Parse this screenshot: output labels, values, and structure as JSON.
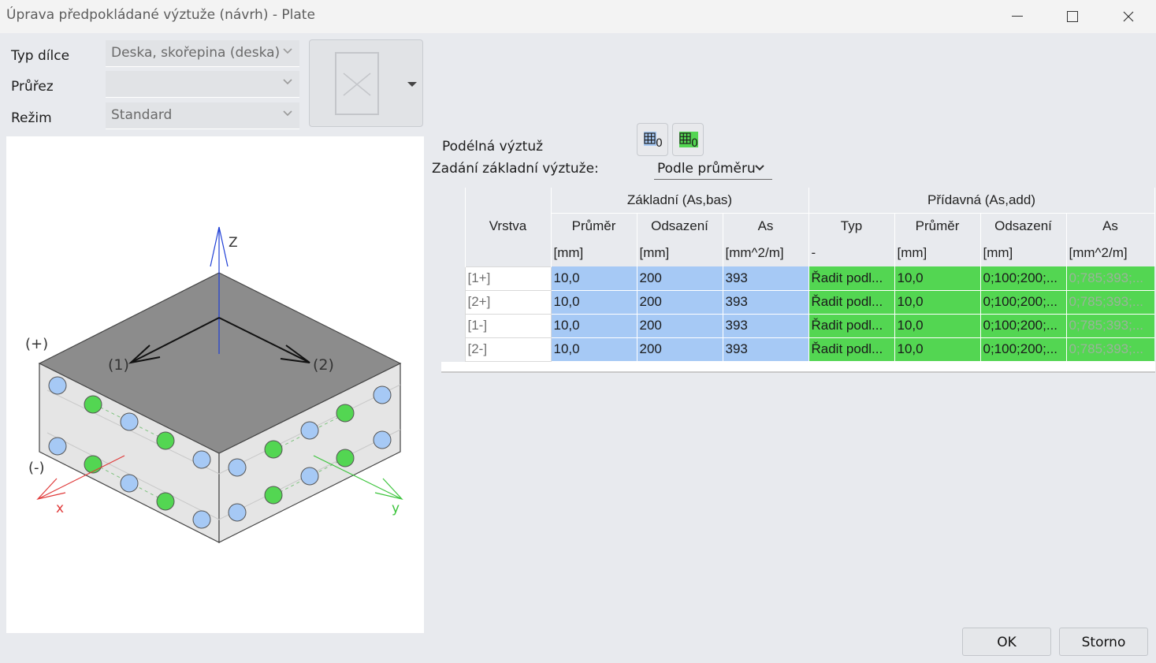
{
  "window": {
    "title": "Úprava předpokládané výztuže (návrh) - Plate"
  },
  "form": {
    "typ_label": "Typ dílce",
    "typ_value": "Deska, skořepina (deska)",
    "prurez_label": "Průřez",
    "prurez_value": "",
    "rezim_label": "Režim",
    "rezim_value": "Standard"
  },
  "diagram": {
    "z_label": "Z",
    "x_label": "x",
    "y_label": "y",
    "dir1_label": "(1)",
    "dir2_label": "(2)",
    "plus_label": "(+)",
    "minus_label": "(-)",
    "colors": {
      "blue_bar": "#a6c9f5",
      "green_bar": "#53d652",
      "top_face": "#8c8c8c",
      "side_face": "#e5e5e5"
    }
  },
  "reinforcement": {
    "heading": "Podélná výztuž",
    "input_label": "Zadání základní výztuže:",
    "input_value": "Podle průměru",
    "icon1_sub": "0",
    "icon2_sub": "0"
  },
  "table": {
    "group_basic": "Základní (As,bas)",
    "group_add": "Přídavná (As,add)",
    "columns": {
      "vrstva": "Vrstva",
      "prumer": "Průměr",
      "odsazeni": "Odsazení",
      "as": "As",
      "typ": "Typ",
      "prumer2": "Průměr",
      "odsazeni2": "Odsazení",
      "as2": "As"
    },
    "units": {
      "prumer": "[mm]",
      "odsazeni": "[mm]",
      "as": "[mm^2/m]",
      "typ": "-",
      "prumer2": "[mm]",
      "odsazeni2": "[mm]",
      "as2": "[mm^2/m]"
    },
    "rows": [
      {
        "vrstva": "[1+]",
        "prumer": "10,0",
        "odsazeni": "200",
        "as": "393",
        "typ": "Řadit podl...",
        "prumer2": "10,0",
        "odsazeni2": "0;100;200;...",
        "as2": "0;785;393;..."
      },
      {
        "vrstva": "[2+]",
        "prumer": "10,0",
        "odsazeni": "200",
        "as": "393",
        "typ": "Řadit podl...",
        "prumer2": "10,0",
        "odsazeni2": "0;100;200;...",
        "as2": "0;785;393;..."
      },
      {
        "vrstva": "[1-]",
        "prumer": "10,0",
        "odsazeni": "200",
        "as": "393",
        "typ": "Řadit podl...",
        "prumer2": "10,0",
        "odsazeni2": "0;100;200;...",
        "as2": "0;785;393;..."
      },
      {
        "vrstva": "[2-]",
        "prumer": "10,0",
        "odsazeni": "200",
        "as": "393",
        "typ": "Řadit podl...",
        "prumer2": "10,0",
        "odsazeni2": "0;100;200;...",
        "as2": "0;785;393;..."
      }
    ]
  },
  "buttons": {
    "ok": "OK",
    "storno": "Storno"
  }
}
